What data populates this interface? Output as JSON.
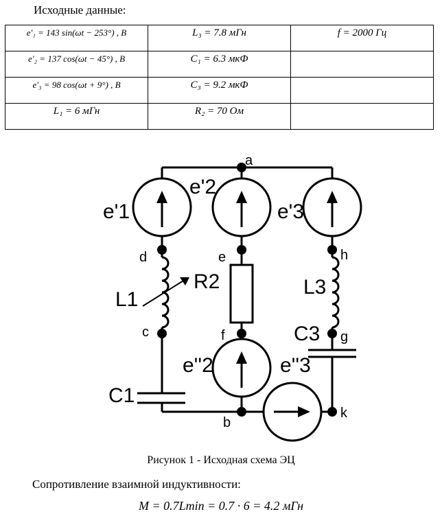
{
  "heading": "Исходные данные:",
  "table": {
    "rows": [
      [
        "e′₁ = 143 sin(ωt − 253°) , В",
        "L₃ = 7.8 мГн",
        "f = 2000 Гц"
      ],
      [
        "e′₂ = 137 cos(ωt − 45°) , В",
        "C₁ = 6.3 мкФ",
        ""
      ],
      [
        "e′₃ = 98 cos(ωt + 9°) , В",
        "C₃ = 9.2 мкФ",
        ""
      ],
      [
        "L₁ = 6 мГн",
        "R₂ = 70 Ом",
        ""
      ]
    ]
  },
  "circuit": {
    "nodes": {
      "a": "a",
      "b": "b",
      "c": "c",
      "d": "d",
      "e": "e",
      "f": "f",
      "g": "g",
      "h": "h",
      "k": "k"
    },
    "components": {
      "e1": "e'1",
      "e2": "e'2",
      "e3": "e'3",
      "e2pp": "e''2",
      "e3pp": "e''3",
      "L1": "L1",
      "L3": "L3",
      "R2": "R2",
      "C1": "C1",
      "C3": "C3"
    }
  },
  "caption": "Рисунок 1 - Исходная схема ЭЦ",
  "subheading": "Сопротивление взаимной индуктивности:",
  "formula": "M = 0.7Lmin = 0.7 · 6 = 4.2 мГн"
}
